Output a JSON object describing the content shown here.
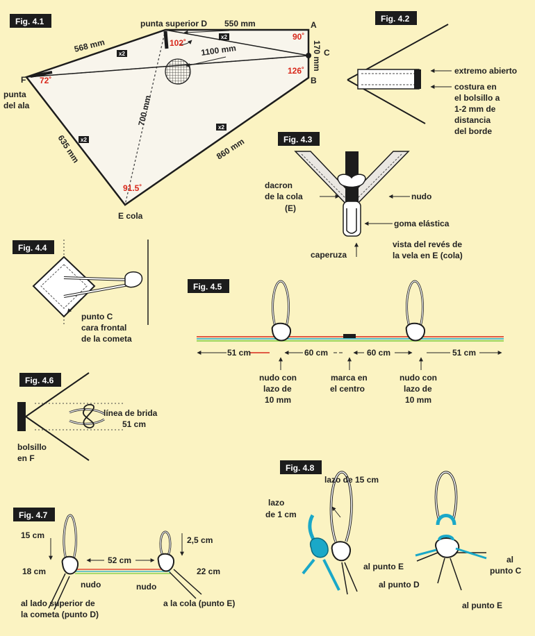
{
  "figures": {
    "f41": "Fig. 4.1",
    "f42": "Fig. 4.2",
    "f43": "Fig. 4.3",
    "f44": "Fig. 4.4",
    "f45": "Fig. 4.5",
    "f46": "Fig. 4.6",
    "f47": "Fig. 4.7",
    "f48": "Fig. 4.8"
  },
  "fig41": {
    "top_d": "punta superior D",
    "a": "A",
    "b": "B",
    "c": "C",
    "f": "F",
    "wing_1": "punta",
    "wing_2": "del ala",
    "tail": "E cola",
    "len_568": "568 mm",
    "len_550": "550 mm",
    "len_170": "170 mm",
    "len_1100": "1100 mm",
    "len_700": "700 mm",
    "len_635": "635 mm",
    "len_860": "860 mm",
    "ang_102": "102˚",
    "ang_90": "90˚",
    "ang_126": "126˚",
    "ang_72": "72˚",
    "ang_91": "91.5˚",
    "x2": "x2"
  },
  "fig42": {
    "open_end": "extremo abierto",
    "seam_1": "costura en",
    "seam_2": "el bolsillo a",
    "seam_3": "1-2 mm de",
    "seam_4": "distancia",
    "seam_5": "del borde"
  },
  "fig43": {
    "dacron_1": "dacron",
    "dacron_2": "de la cola",
    "dacron_3": "(E)",
    "knot": "nudo",
    "elastic": "goma elástica",
    "cap": "caperuza",
    "back_1": "vista del revés de",
    "back_2": "la vela en E (cola)"
  },
  "fig44": {
    "c_1": "punto C",
    "c_2": "cara frontal",
    "c_3": "de la cometa"
  },
  "fig45": {
    "d51a": "51 cm",
    "d60a": "60 cm",
    "d60b": "60 cm",
    "d51b": "51 cm",
    "knot_1": "nudo con",
    "knot_2": "lazo de",
    "knot_3": "10 mm",
    "mark_1": "marca en",
    "mark_2": "el centro"
  },
  "fig46": {
    "line_1": "línea de brida",
    "line_2": "51 cm",
    "pocket_1": "bolsillo",
    "pocket_2": "en F"
  },
  "fig47": {
    "c15": "15 cm",
    "c18": "18 cm",
    "c52": "52 cm",
    "c25": "2,5 cm",
    "c22": "22 cm",
    "knot": "nudo",
    "top_1": "al lado superior de",
    "top_2": "la cometa (punto D)",
    "tail": "a la cola (punto E)"
  },
  "fig48": {
    "loop15": "lazo de 15 cm",
    "loop1_1": "lazo",
    "loop1_2": "de 1 cm",
    "pe1": "al punto E",
    "pd": "al punto D",
    "pc_1": "al",
    "pc_2": "punto C",
    "pe2": "al punto E"
  },
  "colors": {
    "background": "#fbf3c2",
    "sail": "#f8f5ec",
    "angle_red": "#d8271a",
    "line_teal": "#1aa8c8"
  }
}
